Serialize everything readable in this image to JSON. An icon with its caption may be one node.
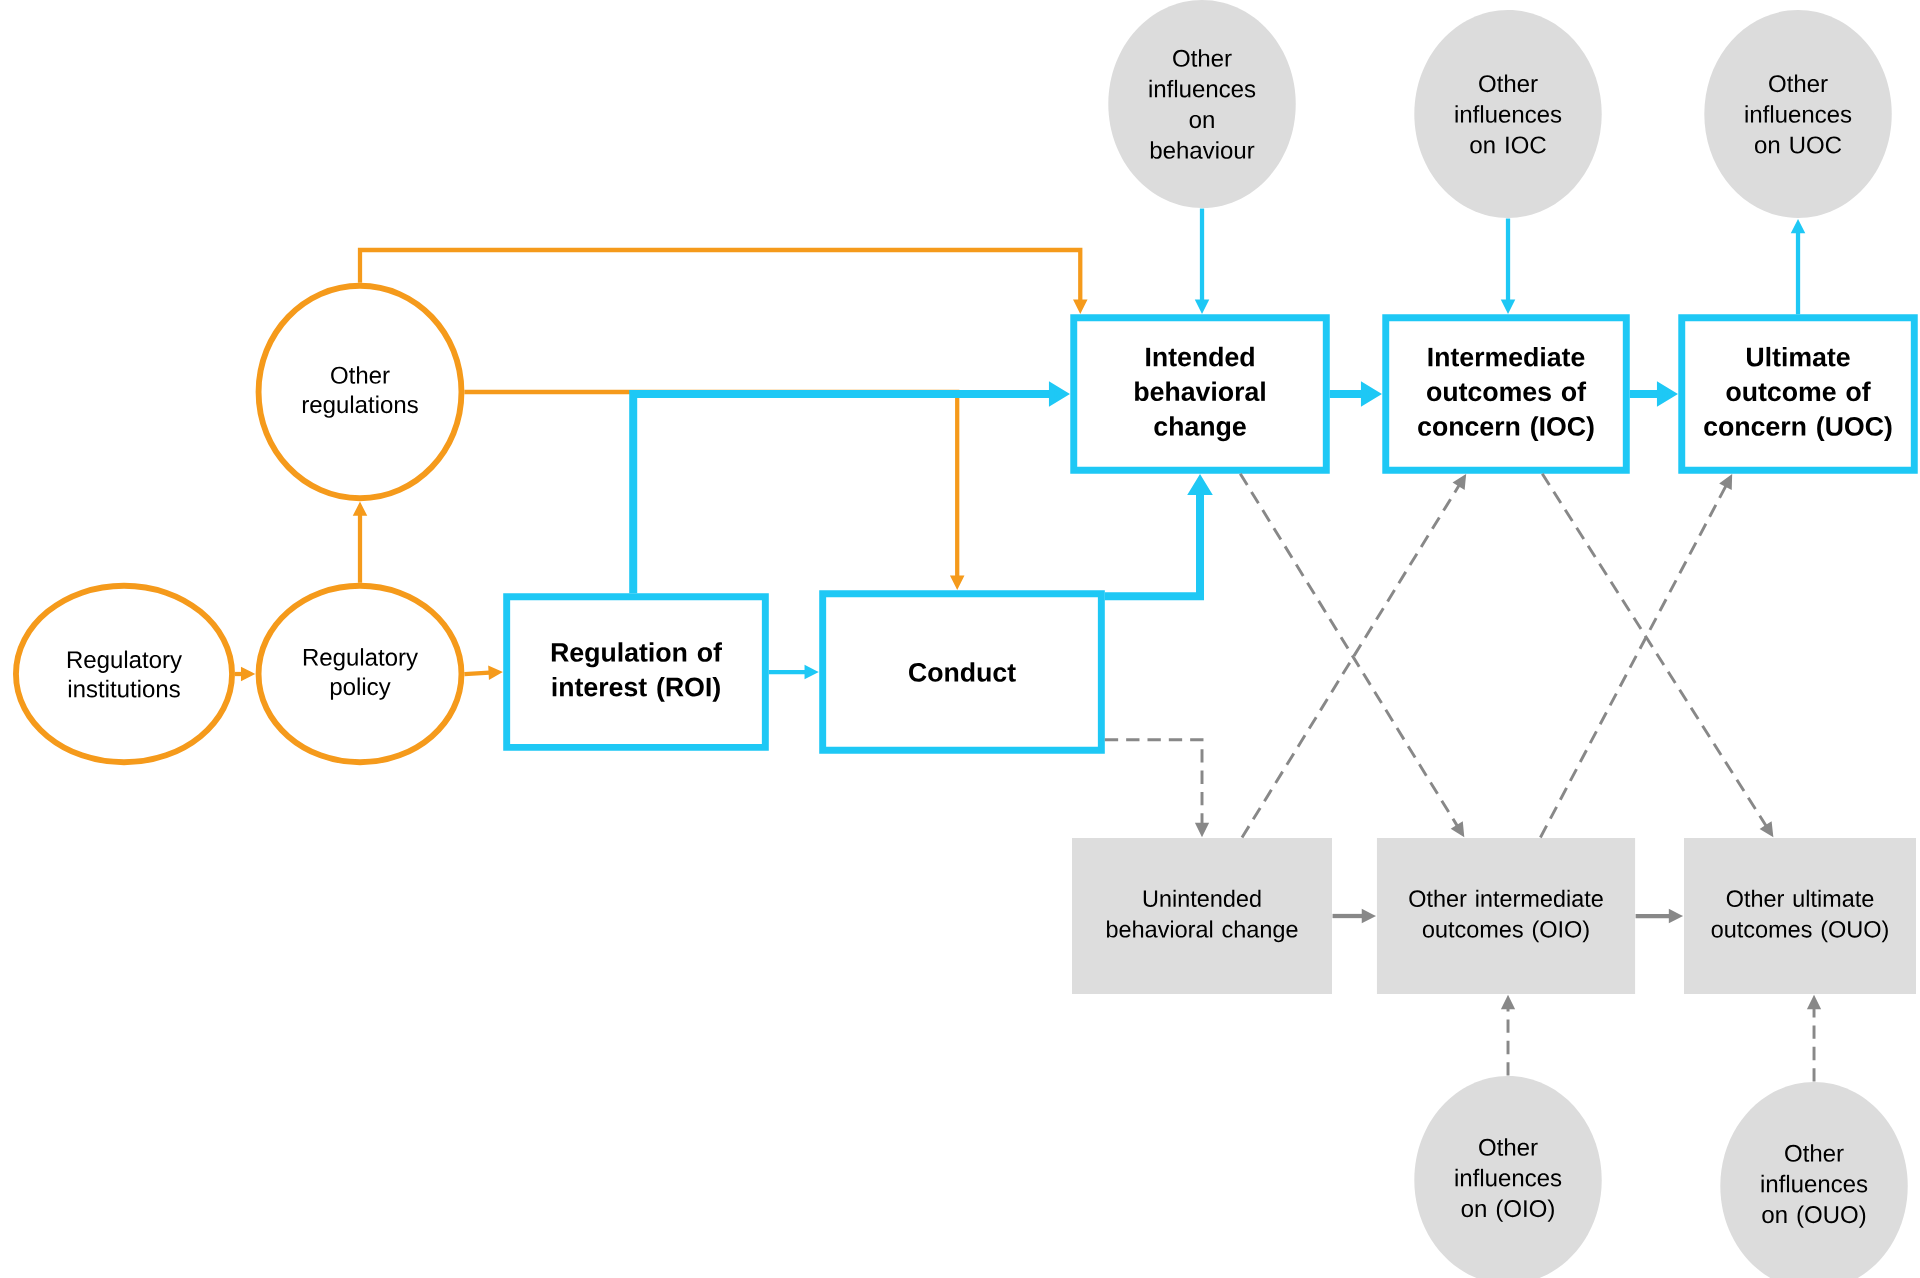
{
  "diagram": {
    "nodes": [
      {
        "text": [
          "Regulatory institutions"
        ]
      },
      {
        "text": [
          "Regulatory policy"
        ]
      },
      {
        "text": [
          "Other regulations"
        ]
      },
      {
        "text": [
          "Regulation of interest (ROI)"
        ]
      },
      {
        "text": [
          "Conduct"
        ]
      },
      {
        "text": [
          "Other influences on behaviour"
        ]
      },
      {
        "text": [
          "Other influences on IOC"
        ]
      },
      {
        "text": [
          "Other influences on UOC"
        ]
      },
      {
        "text": [
          "Intended behavioral change"
        ]
      },
      {
        "text": [
          "Intermediate outcomes of concern (IOC)"
        ]
      },
      {
        "text": [
          "Ultimate outcome of concern (UOC)"
        ]
      },
      {
        "text": [
          "Unintended behavioral change"
        ]
      },
      {
        "text": [
          "Other intermediate outcomes (OIO)"
        ]
      },
      {
        "text": [
          "Other ultimate outcomes (OUO)"
        ]
      },
      {
        "text": [
          "Other influences on (OIO)"
        ]
      },
      {
        "text": [
          "Other influences on (OUO)"
        ]
      }
    ],
    "edges": [
      {
        "from": 0,
        "to": 1,
        "arrow": "to",
        "color": "#f59a1b"
      },
      {
        "from": 1,
        "to": 2,
        "arrow": "to",
        "color": "#f59a1b"
      },
      {
        "from": 1,
        "to": 3,
        "arrow": "to",
        "color": "#f59a1b"
      },
      {
        "from": 2,
        "to": 8,
        "arrow": "to",
        "color": "#f59a1b"
      },
      {
        "from": 2,
        "to": 4,
        "arrow": "to",
        "color": "#f59a1b"
      },
      {
        "from": 3,
        "to": 8,
        "arrow": "to",
        "color": "#1ec8f5",
        "style": "thick"
      },
      {
        "from": 3,
        "to": 4,
        "arrow": "to",
        "color": "#1ec8f5"
      },
      {
        "from": 4,
        "to": 8,
        "arrow": "to",
        "color": "#1ec8f5",
        "style": "thick"
      },
      {
        "from": 5,
        "to": 8,
        "arrow": "to",
        "color": "#1ec8f5"
      },
      {
        "from": 6,
        "to": 9,
        "arrow": "to",
        "color": "#1ec8f5"
      },
      {
        "from": 10,
        "to": 7,
        "arrow": "to",
        "color": "#1ec8f5"
      },
      {
        "from": 8,
        "to": 9,
        "arrow": "to",
        "color": "#1ec8f5",
        "style": "thick"
      },
      {
        "from": 9,
        "to": 10,
        "arrow": "to",
        "color": "#1ec8f5",
        "style": "thick"
      },
      {
        "from": 4,
        "to": 11,
        "arrow": "to",
        "style": "dashed"
      },
      {
        "from": 11,
        "to": 9,
        "arrow": "to",
        "style": "dashed"
      },
      {
        "from": 8,
        "to": 12,
        "arrow": "to",
        "style": "dashed"
      },
      {
        "from": 12,
        "to": 10,
        "arrow": "to",
        "style": "dashed"
      },
      {
        "from": 9,
        "to": 13,
        "arrow": "to",
        "style": "dashed"
      },
      {
        "from": 11,
        "to": 12,
        "arrow": "to"
      },
      {
        "from": 12,
        "to": 13,
        "arrow": "to"
      },
      {
        "from": 14,
        "to": 12,
        "arrow": "to",
        "style": "dashed"
      },
      {
        "from": 15,
        "to": 13,
        "arrow": "to",
        "style": "dashed"
      }
    ]
  }
}
